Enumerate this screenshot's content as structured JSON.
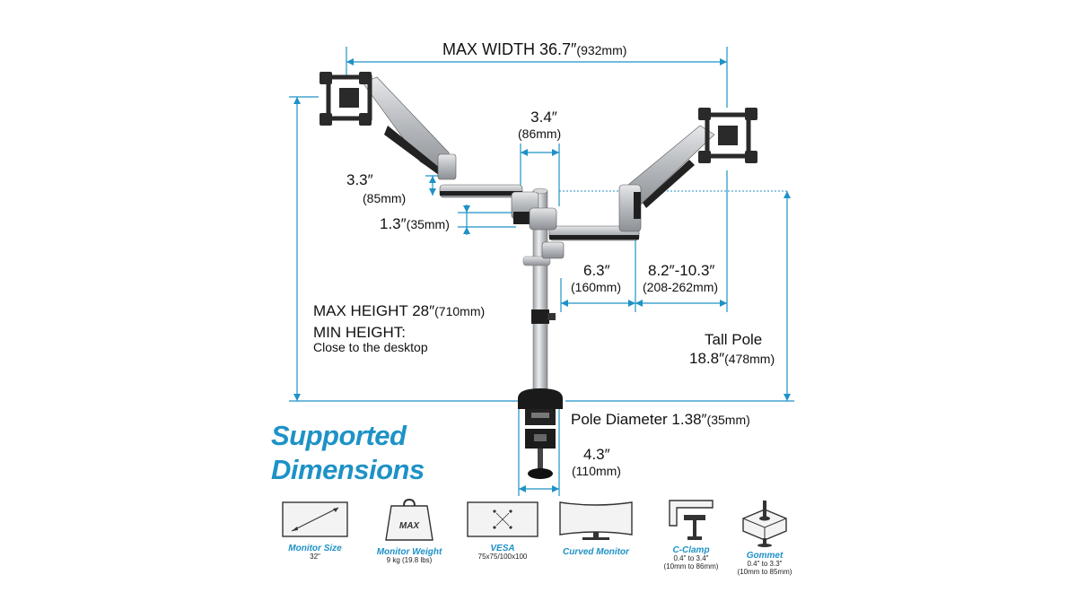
{
  "dimensions": {
    "max_width": {
      "label": "MAX WIDTH 36.7″",
      "metric": "(932mm)"
    },
    "pole_gap": {
      "label": "3.4″",
      "metric": "(86mm)"
    },
    "arm_drop": {
      "label": "3.3″",
      "metric": "(85mm)"
    },
    "arm_thickness": {
      "label": "1.3″",
      "metric": "(35mm)"
    },
    "arm_segment": {
      "label": "6.3″",
      "metric": "(160mm)"
    },
    "arm_reach": {
      "label": "8.2″-10.3″",
      "metric": "(208-262mm)"
    },
    "max_height": {
      "label": "MAX HEIGHT 28″",
      "metric": "(710mm)"
    },
    "min_height": {
      "label": "MIN HEIGHT:",
      "note": "Close to the desktop"
    },
    "tall_pole": {
      "label": "Tall Pole",
      "value": "18.8″",
      "metric": "(478mm)"
    },
    "pole_diameter": {
      "label": "Pole Diameter 1.38″",
      "metric": "(35mm)"
    },
    "clamp_width": {
      "label": "4.3″",
      "metric": "(110mm)"
    }
  },
  "supported": {
    "title_line1": "Supported",
    "title_line2": "Dimensions",
    "items": [
      {
        "label": "Monitor Size",
        "value": "32\"",
        "icon": "monitor-size-icon"
      },
      {
        "label": "Monitor Weight",
        "value": "9 kg (19.8 lbs)",
        "icon": "weight-icon",
        "icon_text": "MAX"
      },
      {
        "label": "VESA",
        "value": "75x75/100x100",
        "icon": "vesa-icon"
      },
      {
        "label": "Curved Monitor",
        "value": "",
        "icon": "curved-monitor-icon"
      },
      {
        "label": "C-Clamp",
        "value": "0.4\" to 3.4\"",
        "value2": "(10mm to 86mm)",
        "icon": "c-clamp-icon"
      },
      {
        "label": "Gommet",
        "value": "0.4\" to 3.3\"",
        "value2": "(10mm to 85mm)",
        "icon": "grommet-icon"
      }
    ]
  },
  "colors": {
    "accent": "#1e92c6",
    "dimension_line": "#1e92c6",
    "metal": "#b9bcc0",
    "dark": "#222222"
  }
}
